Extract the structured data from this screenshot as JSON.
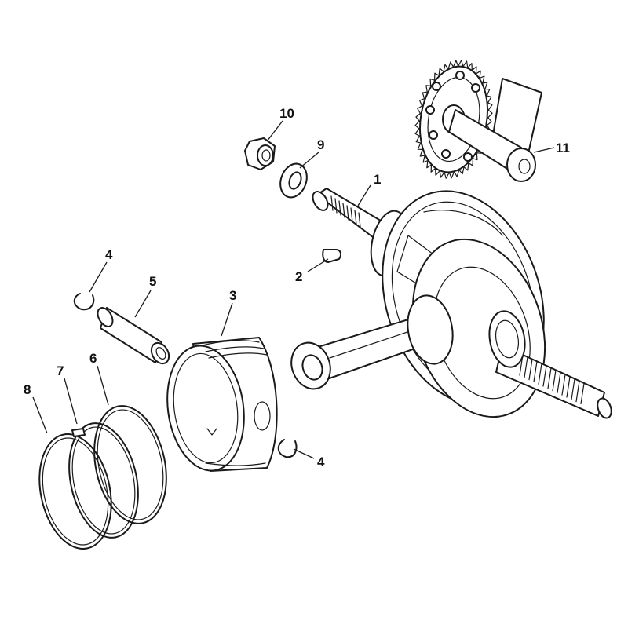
{
  "callouts": [
    {
      "id": "c1",
      "label": "1"
    },
    {
      "id": "c2",
      "label": "2"
    },
    {
      "id": "c3",
      "label": "3"
    },
    {
      "id": "c4a",
      "label": "4"
    },
    {
      "id": "c4b",
      "label": "4"
    },
    {
      "id": "c5",
      "label": "5"
    },
    {
      "id": "c6",
      "label": "6"
    },
    {
      "id": "c7",
      "label": "7"
    },
    {
      "id": "c8",
      "label": "8"
    },
    {
      "id": "c9",
      "label": "9"
    },
    {
      "id": "c10",
      "label": "10"
    },
    {
      "id": "c11",
      "label": "11"
    }
  ],
  "colors": {
    "line": "#1a1a1a",
    "background": "#ffffff"
  }
}
